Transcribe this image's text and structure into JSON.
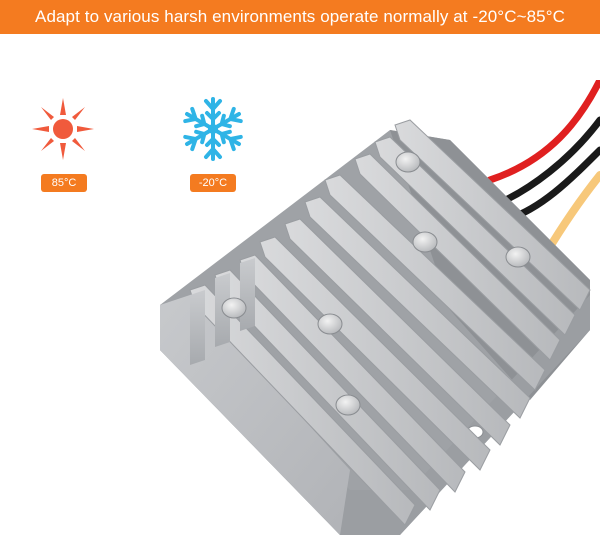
{
  "banner": {
    "text": "Adapt to various harsh environments operate normally at -20°C~85°C",
    "color": "#f47b20"
  },
  "temperature_badges": {
    "hot": {
      "label": "85°C",
      "icon": "sun-icon",
      "icon_color": "#f05a3c"
    },
    "cold": {
      "label": "-20°C",
      "icon": "snowflake-icon",
      "icon_color": "#2fb4e6"
    }
  },
  "product_image": {
    "icon": "aluminum-heatsink-converter",
    "wire_colors": [
      "#e02020",
      "#1a1a1a",
      "#1a1a1a",
      "#f7c87a"
    ]
  }
}
